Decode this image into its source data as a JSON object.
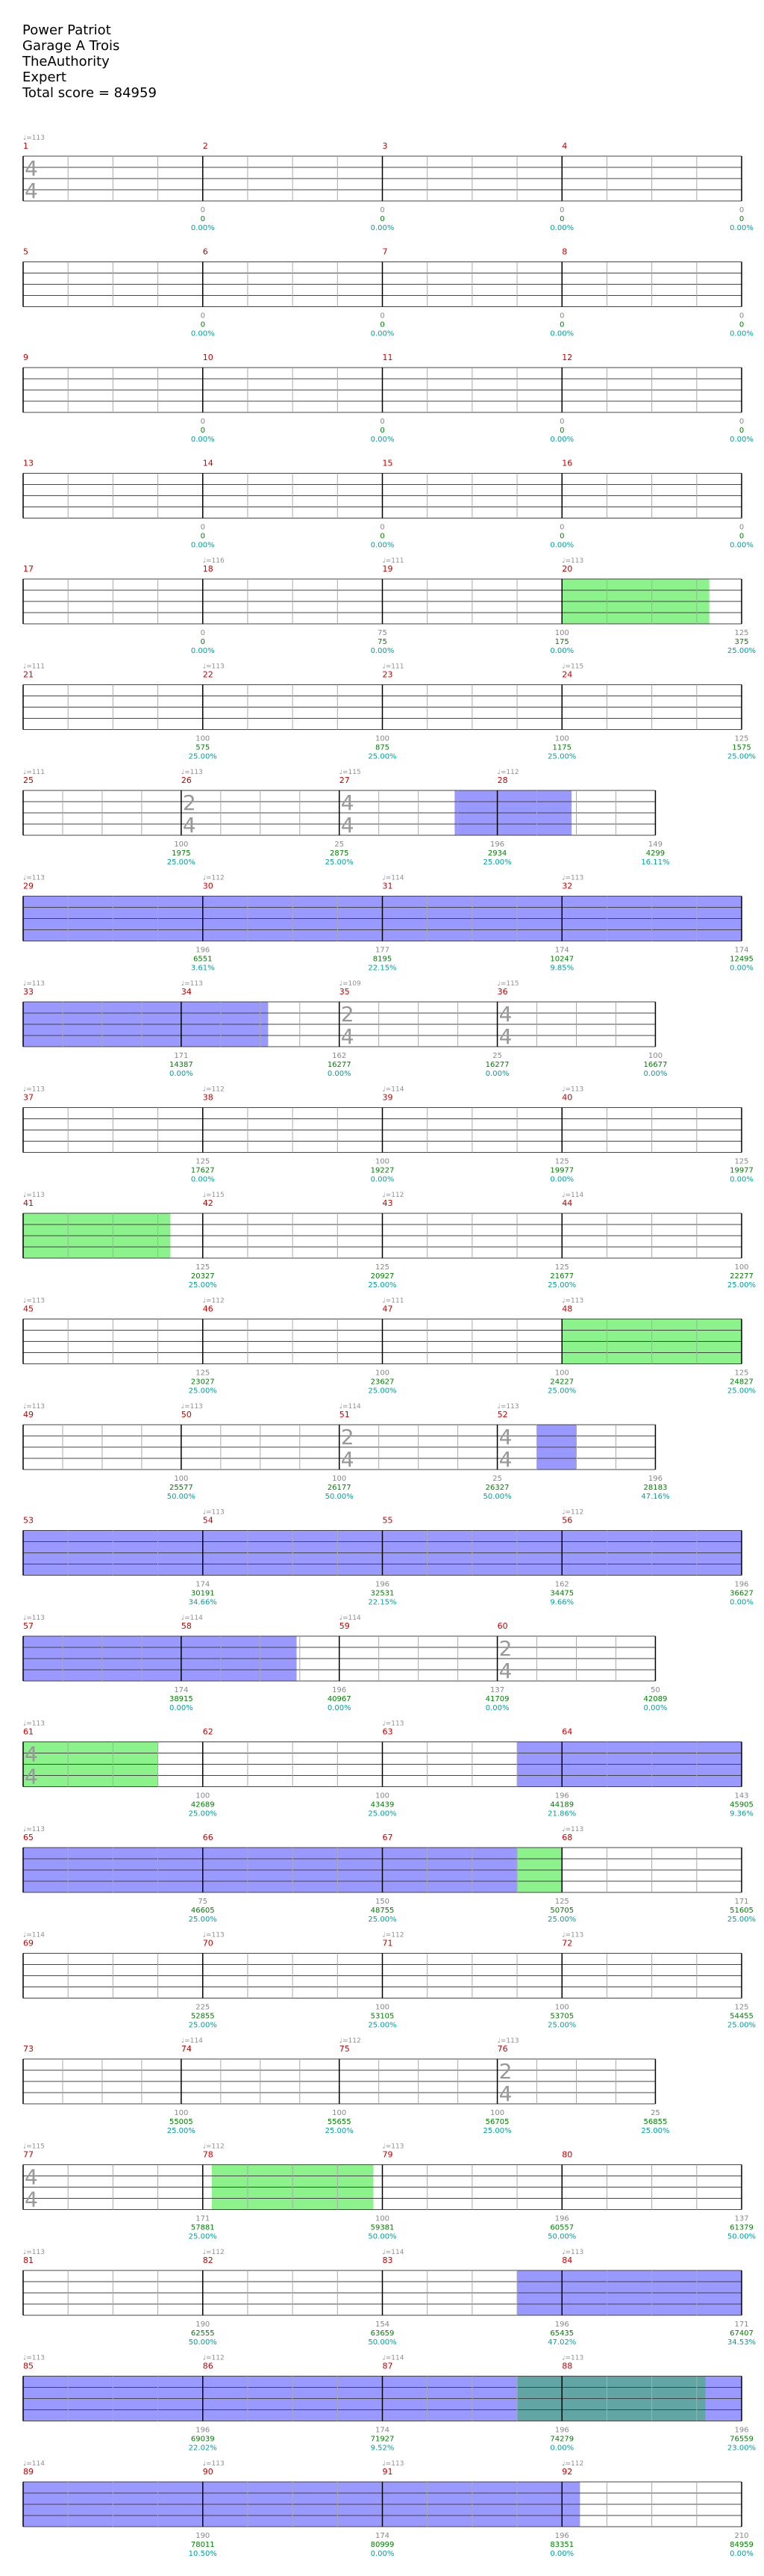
{
  "header": {
    "song": "Power Patriot",
    "artist": "Garage A Trois",
    "charter": "TheAuthority",
    "difficulty": "Expert",
    "total_score": "Total score = 84959"
  },
  "colors": {
    "green": "#22dd22",
    "red": "#e81010",
    "yellow": "#f0f000",
    "blue": "#1515d0",
    "orange": "#ffa200",
    "measure_number": "#c80000",
    "tempo": "#909090",
    "score": "#008000",
    "percent": "#00a0a0",
    "star_power": "#66ee66",
    "solo": "#7777ff",
    "overlap": "#5aa0a0"
  },
  "chart_data": {
    "type": "table",
    "rows": [
      {
        "sections": [],
        "measures": [
          {
            "n": "1",
            "tempo": "♩=113",
            "ts": [
              "4",
              "4"
            ],
            "value": "0",
            "score": "0",
            "pct": "0.00%"
          },
          {
            "n": "2",
            "value": "0",
            "score": "0",
            "pct": "0.00%"
          },
          {
            "n": "3",
            "value": "0",
            "score": "0",
            "pct": "0.00%"
          },
          {
            "n": "4",
            "value": "0",
            "score": "0",
            "pct": "0.00%"
          }
        ]
      },
      {
        "sections": [],
        "measures": [
          {
            "n": "5",
            "value": "0",
            "score": "0",
            "pct": "0.00%"
          },
          {
            "n": "6",
            "value": "0",
            "score": "0",
            "pct": "0.00%"
          },
          {
            "n": "7",
            "value": "0",
            "score": "0",
            "pct": "0.00%"
          },
          {
            "n": "8",
            "value": "0",
            "score": "0",
            "pct": "0.00%"
          }
        ]
      },
      {
        "sections": [],
        "measures": [
          {
            "n": "9",
            "value": "0",
            "score": "0",
            "pct": "0.00%"
          },
          {
            "n": "10",
            "value": "0",
            "score": "0",
            "pct": "0.00%"
          },
          {
            "n": "11",
            "value": "0",
            "score": "0",
            "pct": "0.00%"
          },
          {
            "n": "12",
            "value": "0",
            "score": "0",
            "pct": "0.00%"
          }
        ]
      },
      {
        "sections": [],
        "measures": [
          {
            "n": "13",
            "value": "0",
            "score": "0",
            "pct": "0.00%"
          },
          {
            "n": "14",
            "value": "0",
            "score": "0",
            "pct": "0.00%"
          },
          {
            "n": "15",
            "value": "0",
            "score": "0",
            "pct": "0.00%"
          },
          {
            "n": "16",
            "value": "0",
            "score": "0",
            "pct": "0.00%"
          }
        ]
      },
      {
        "sections": [
          {
            "kind": "sp",
            "from": 3.0,
            "to": 3.82
          }
        ],
        "measures": [
          {
            "n": "17",
            "value": "0",
            "score": "0",
            "pct": "0.00%"
          },
          {
            "n": "18",
            "tempo": "♩=116",
            "value": "75",
            "score": "75",
            "pct": "0.00%"
          },
          {
            "n": "19",
            "tempo": "♩=111",
            "value": "100",
            "score": "175",
            "pct": "0.00%"
          },
          {
            "n": "20",
            "tempo": "♩=113",
            "value": "125",
            "score": "375",
            "pct": "25.00%"
          }
        ]
      },
      {
        "sections": [],
        "measures": [
          {
            "n": "21",
            "tempo": "♩=111",
            "value": "100",
            "score": "575",
            "pct": "25.00%"
          },
          {
            "n": "22",
            "tempo": "♩=113",
            "value": "100",
            "score": "875",
            "pct": "25.00%"
          },
          {
            "n": "23",
            "tempo": "♩=111",
            "value": "100",
            "score": "1175",
            "pct": "25.00%"
          },
          {
            "n": "24",
            "tempo": "♩=115",
            "value": "125",
            "score": "1575",
            "pct": "25.00%"
          }
        ]
      },
      {
        "width": 0.88,
        "sections": [
          {
            "kind": "solo",
            "from": 2.73,
            "to": 3.47
          }
        ],
        "measures": [
          {
            "n": "25",
            "tempo": "♩=111",
            "value": "100",
            "score": "1975",
            "pct": "25.00%"
          },
          {
            "n": "26",
            "tempo": "♩=113",
            "ts": [
              "2",
              "4"
            ],
            "value": "25",
            "score": "2875",
            "pct": "25.00%"
          },
          {
            "n": "27",
            "tempo": "♩=115",
            "ts": [
              "4",
              "4"
            ],
            "value": "196",
            "score": "2934",
            "pct": "25.00%"
          },
          {
            "n": "28",
            "tempo": "♩=112",
            "value": "149",
            "score": "4299",
            "pct": "16.11%"
          }
        ]
      },
      {
        "sections": [
          {
            "kind": "solo",
            "from": 0,
            "to": 4
          }
        ],
        "measures": [
          {
            "n": "29",
            "tempo": "♩=113",
            "value": "196",
            "score": "6551",
            "pct": "3.61%"
          },
          {
            "n": "30",
            "tempo": "♩=112",
            "value": "177",
            "score": "8195",
            "pct": "22.15%"
          },
          {
            "n": "31",
            "tempo": "♩=114",
            "value": "174",
            "score": "10247",
            "pct": "9.85%"
          },
          {
            "n": "32",
            "tempo": "♩=113",
            "value": "174",
            "score": "12495",
            "pct": "0.00%"
          }
        ]
      },
      {
        "width": 0.88,
        "sections": [
          {
            "kind": "solo",
            "from": 0,
            "to": 1.55
          }
        ],
        "measures": [
          {
            "n": "33",
            "tempo": "♩=113",
            "value": "171",
            "score": "14387",
            "pct": "0.00%"
          },
          {
            "n": "34",
            "tempo": "♩=113",
            "value": "162",
            "score": "16277",
            "pct": "0.00%"
          },
          {
            "n": "35",
            "tempo": "♩=109",
            "ts": [
              "2",
              "4"
            ],
            "value": "25",
            "score": "16277",
            "pct": "0.00%"
          },
          {
            "n": "36",
            "tempo": "♩=115",
            "ts": [
              "4",
              "4"
            ],
            "value": "100",
            "score": "16677",
            "pct": "0.00%"
          }
        ]
      },
      {
        "sections": [],
        "measures": [
          {
            "n": "37",
            "tempo": "♩=113",
            "value": "125",
            "score": "17627",
            "pct": "0.00%"
          },
          {
            "n": "38",
            "tempo": "♩=112",
            "value": "100",
            "score": "19227",
            "pct": "0.00%"
          },
          {
            "n": "39",
            "tempo": "♩=114",
            "value": "125",
            "score": "19977",
            "pct": "0.00%"
          },
          {
            "n": "40",
            "tempo": "♩=113",
            "value": "125",
            "score": "19977",
            "pct": "0.00%"
          }
        ]
      },
      {
        "sections": [
          {
            "kind": "sp",
            "from": 0,
            "to": 0.82
          }
        ],
        "measures": [
          {
            "n": "41",
            "tempo": "♩=113",
            "value": "125",
            "score": "20327",
            "pct": "25.00%"
          },
          {
            "n": "42",
            "tempo": "♩=115",
            "value": "125",
            "score": "20927",
            "pct": "25.00%"
          },
          {
            "n": "43",
            "tempo": "♩=112",
            "value": "125",
            "score": "21677",
            "pct": "25.00%"
          },
          {
            "n": "44",
            "tempo": "♩=114",
            "value": "100",
            "score": "22277",
            "pct": "25.00%"
          }
        ]
      },
      {
        "sections": [
          {
            "kind": "sp",
            "from": 3.0,
            "to": 4
          }
        ],
        "measures": [
          {
            "n": "45",
            "tempo": "♩=113",
            "value": "125",
            "score": "23027",
            "pct": "25.00%"
          },
          {
            "n": "46",
            "tempo": "♩=112",
            "value": "100",
            "score": "23627",
            "pct": "25.00%"
          },
          {
            "n": "47",
            "tempo": "♩=111",
            "value": "100",
            "score": "24227",
            "pct": "25.00%"
          },
          {
            "n": "48",
            "tempo": "♩=113",
            "value": "125",
            "score": "24827",
            "pct": "25.00%"
          }
        ]
      },
      {
        "width": 0.88,
        "sections": [
          {
            "kind": "solo",
            "from": 3.25,
            "to": 3.5
          }
        ],
        "measures": [
          {
            "n": "49",
            "tempo": "♩=113",
            "value": "100",
            "score": "25577",
            "pct": "50.00%"
          },
          {
            "n": "50",
            "tempo": "♩=113",
            "value": "100",
            "score": "26177",
            "pct": "50.00%"
          },
          {
            "n": "51",
            "tempo": "♩=114",
            "ts": [
              "2",
              "4"
            ],
            "value": "25",
            "score": "26327",
            "pct": "50.00%"
          },
          {
            "n": "52",
            "tempo": "♩=113",
            "ts": [
              "4",
              "4"
            ],
            "value": "196",
            "score": "28183",
            "pct": "47.16%"
          }
        ]
      },
      {
        "sections": [
          {
            "kind": "solo",
            "from": 0,
            "to": 4
          }
        ],
        "measures": [
          {
            "n": "53",
            "value": "174",
            "score": "30191",
            "pct": "34.66%"
          },
          {
            "n": "54",
            "tempo": "♩=113",
            "value": "196",
            "score": "32531",
            "pct": "22.15%"
          },
          {
            "n": "55",
            "value": "162",
            "score": "34475",
            "pct": "9.66%"
          },
          {
            "n": "56",
            "tempo": "♩=112",
            "value": "196",
            "score": "36627",
            "pct": "0.00%"
          }
        ]
      },
      {
        "width": 0.88,
        "sections": [
          {
            "kind": "solo",
            "from": 0,
            "to": 1.73
          }
        ],
        "measures": [
          {
            "n": "57",
            "tempo": "♩=113",
            "value": "174",
            "score": "38915",
            "pct": "0.00%"
          },
          {
            "n": "58",
            "tempo": "♩=114",
            "value": "196",
            "score": "40967",
            "pct": "0.00%"
          },
          {
            "n": "59",
            "tempo": "♩=114",
            "value": "137",
            "score": "41709",
            "pct": "0.00%"
          },
          {
            "n": "60",
            "ts": [
              "2",
              "4"
            ],
            "value": "50",
            "score": "42089",
            "pct": "0.00%"
          }
        ]
      },
      {
        "sections": [
          {
            "kind": "sp",
            "from": 0,
            "to": 0.75
          },
          {
            "kind": "solo",
            "from": 2.75,
            "to": 4
          }
        ],
        "measures": [
          {
            "n": "61",
            "tempo": "♩=113",
            "ts": [
              "4",
              "4"
            ],
            "value": "100",
            "score": "42689",
            "pct": "25.00%"
          },
          {
            "n": "62",
            "value": "100",
            "score": "43439",
            "pct": "25.00%"
          },
          {
            "n": "63",
            "tempo": "♩=113",
            "value": "196",
            "score": "44189",
            "pct": "21.86%"
          },
          {
            "n": "64",
            "value": "143",
            "score": "45905",
            "pct": "9.36%"
          }
        ]
      },
      {
        "sections": [
          {
            "kind": "solo",
            "from": 0,
            "to": 2.75
          },
          {
            "kind": "sp",
            "from": 2.75,
            "to": 3.0
          }
        ],
        "measures": [
          {
            "n": "65",
            "tempo": "♩=113",
            "value": "75",
            "score": "46605",
            "pct": "25.00%"
          },
          {
            "n": "66",
            "value": "150",
            "score": "48755",
            "pct": "25.00%"
          },
          {
            "n": "67",
            "value": "125",
            "score": "50705",
            "pct": "25.00%"
          },
          {
            "n": "68",
            "tempo": "♩=113",
            "value": "171",
            "score": "51605",
            "pct": "25.00%"
          }
        ]
      },
      {
        "sections": [],
        "measures": [
          {
            "n": "69",
            "tempo": "♩=114",
            "value": "225",
            "score": "52855",
            "pct": "25.00%"
          },
          {
            "n": "70",
            "tempo": "♩=113",
            "value": "100",
            "score": "53105",
            "pct": "25.00%"
          },
          {
            "n": "71",
            "tempo": "♩=112",
            "value": "100",
            "score": "53705",
            "pct": "25.00%"
          },
          {
            "n": "72",
            "tempo": "♩=113",
            "value": "125",
            "score": "54455",
            "pct": "25.00%"
          }
        ]
      },
      {
        "width": 0.88,
        "sections": [],
        "measures": [
          {
            "n": "73",
            "value": "100",
            "score": "55005",
            "pct": "25.00%"
          },
          {
            "n": "74",
            "tempo": "♩=114",
            "value": "100",
            "score": "55655",
            "pct": "25.00%"
          },
          {
            "n": "75",
            "tempo": "♩=112",
            "value": "100",
            "score": "56705",
            "pct": "25.00%"
          },
          {
            "n": "76",
            "tempo": "♩=113",
            "ts": [
              "2",
              "4"
            ],
            "value": "25",
            "score": "56855",
            "pct": "25.00%"
          }
        ]
      },
      {
        "sections": [
          {
            "kind": "sp",
            "from": 1.05,
            "to": 1.95
          }
        ],
        "measures": [
          {
            "n": "77",
            "tempo": "♩=115",
            "ts": [
              "4",
              "4"
            ],
            "value": "171",
            "score": "57881",
            "pct": "25.00%"
          },
          {
            "n": "78",
            "tempo": "♩=112",
            "value": "100",
            "score": "59381",
            "pct": "50.00%"
          },
          {
            "n": "79",
            "tempo": "♩=113",
            "value": "196",
            "score": "60557",
            "pct": "50.00%"
          },
          {
            "n": "80",
            "value": "137",
            "score": "61379",
            "pct": "50.00%"
          }
        ]
      },
      {
        "sections": [
          {
            "kind": "solo",
            "from": 2.75,
            "to": 4
          }
        ],
        "measures": [
          {
            "n": "81",
            "tempo": "♩=113",
            "value": "190",
            "score": "62555",
            "pct": "50.00%"
          },
          {
            "n": "82",
            "tempo": "♩=112",
            "value": "154",
            "score": "63659",
            "pct": "50.00%"
          },
          {
            "n": "83",
            "tempo": "♩=114",
            "value": "196",
            "score": "65435",
            "pct": "47.02%"
          },
          {
            "n": "84",
            "tempo": "♩=113",
            "value": "171",
            "score": "67407",
            "pct": "34.53%"
          }
        ]
      },
      {
        "sections": [
          {
            "kind": "solo",
            "from": 0,
            "to": 2.75
          },
          {
            "kind": "overlap",
            "from": 2.75,
            "to": 3.8
          },
          {
            "kind": "solo",
            "from": 3.8,
            "to": 4
          }
        ],
        "measures": [
          {
            "n": "85",
            "tempo": "♩=113",
            "value": "196",
            "score": "69039",
            "pct": "22.02%"
          },
          {
            "n": "86",
            "tempo": "♩=112",
            "value": "174",
            "score": "71927",
            "pct": "9.52%"
          },
          {
            "n": "87",
            "tempo": "♩=114",
            "value": "196",
            "score": "74279",
            "pct": "0.00%"
          },
          {
            "n": "88",
            "tempo": "♩=113",
            "value": "196",
            "score": "76559",
            "pct": "23.00%"
          }
        ]
      },
      {
        "sections": [
          {
            "kind": "solo",
            "from": 0,
            "to": 3.1
          }
        ],
        "measures": [
          {
            "n": "89",
            "tempo": "♩=114",
            "value": "190",
            "score": "78011",
            "pct": "10.50%"
          },
          {
            "n": "90",
            "tempo": "♩=113",
            "value": "174",
            "score": "80999",
            "pct": "0.00%"
          },
          {
            "n": "91",
            "tempo": "♩=113",
            "value": "196",
            "score": "83351",
            "pct": "0.00%"
          },
          {
            "n": "92",
            "tempo": "♩=112",
            "value": "210",
            "score": "84959",
            "pct": "0.00%"
          }
        ]
      }
    ]
  }
}
